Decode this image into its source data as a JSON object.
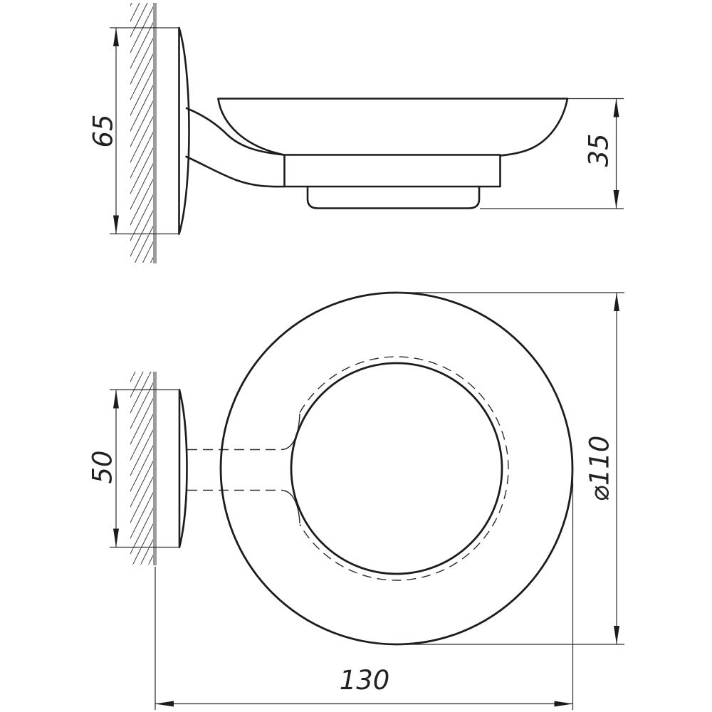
{
  "drawing": {
    "kind": "technical-drawing",
    "subject": "wall-mounted soap dish holder, two orthographic views",
    "background": "#ffffff",
    "line_color": "#1c1c1c",
    "wall_color": "#9b9b9b",
    "views": {
      "side_view": {
        "dimensions": {
          "plate_height": "65",
          "dish_height": "35"
        }
      },
      "plan_view": {
        "dimensions": {
          "plate_width": "50",
          "dish_diameter": "⌀110",
          "overall_depth": "130"
        }
      }
    }
  }
}
